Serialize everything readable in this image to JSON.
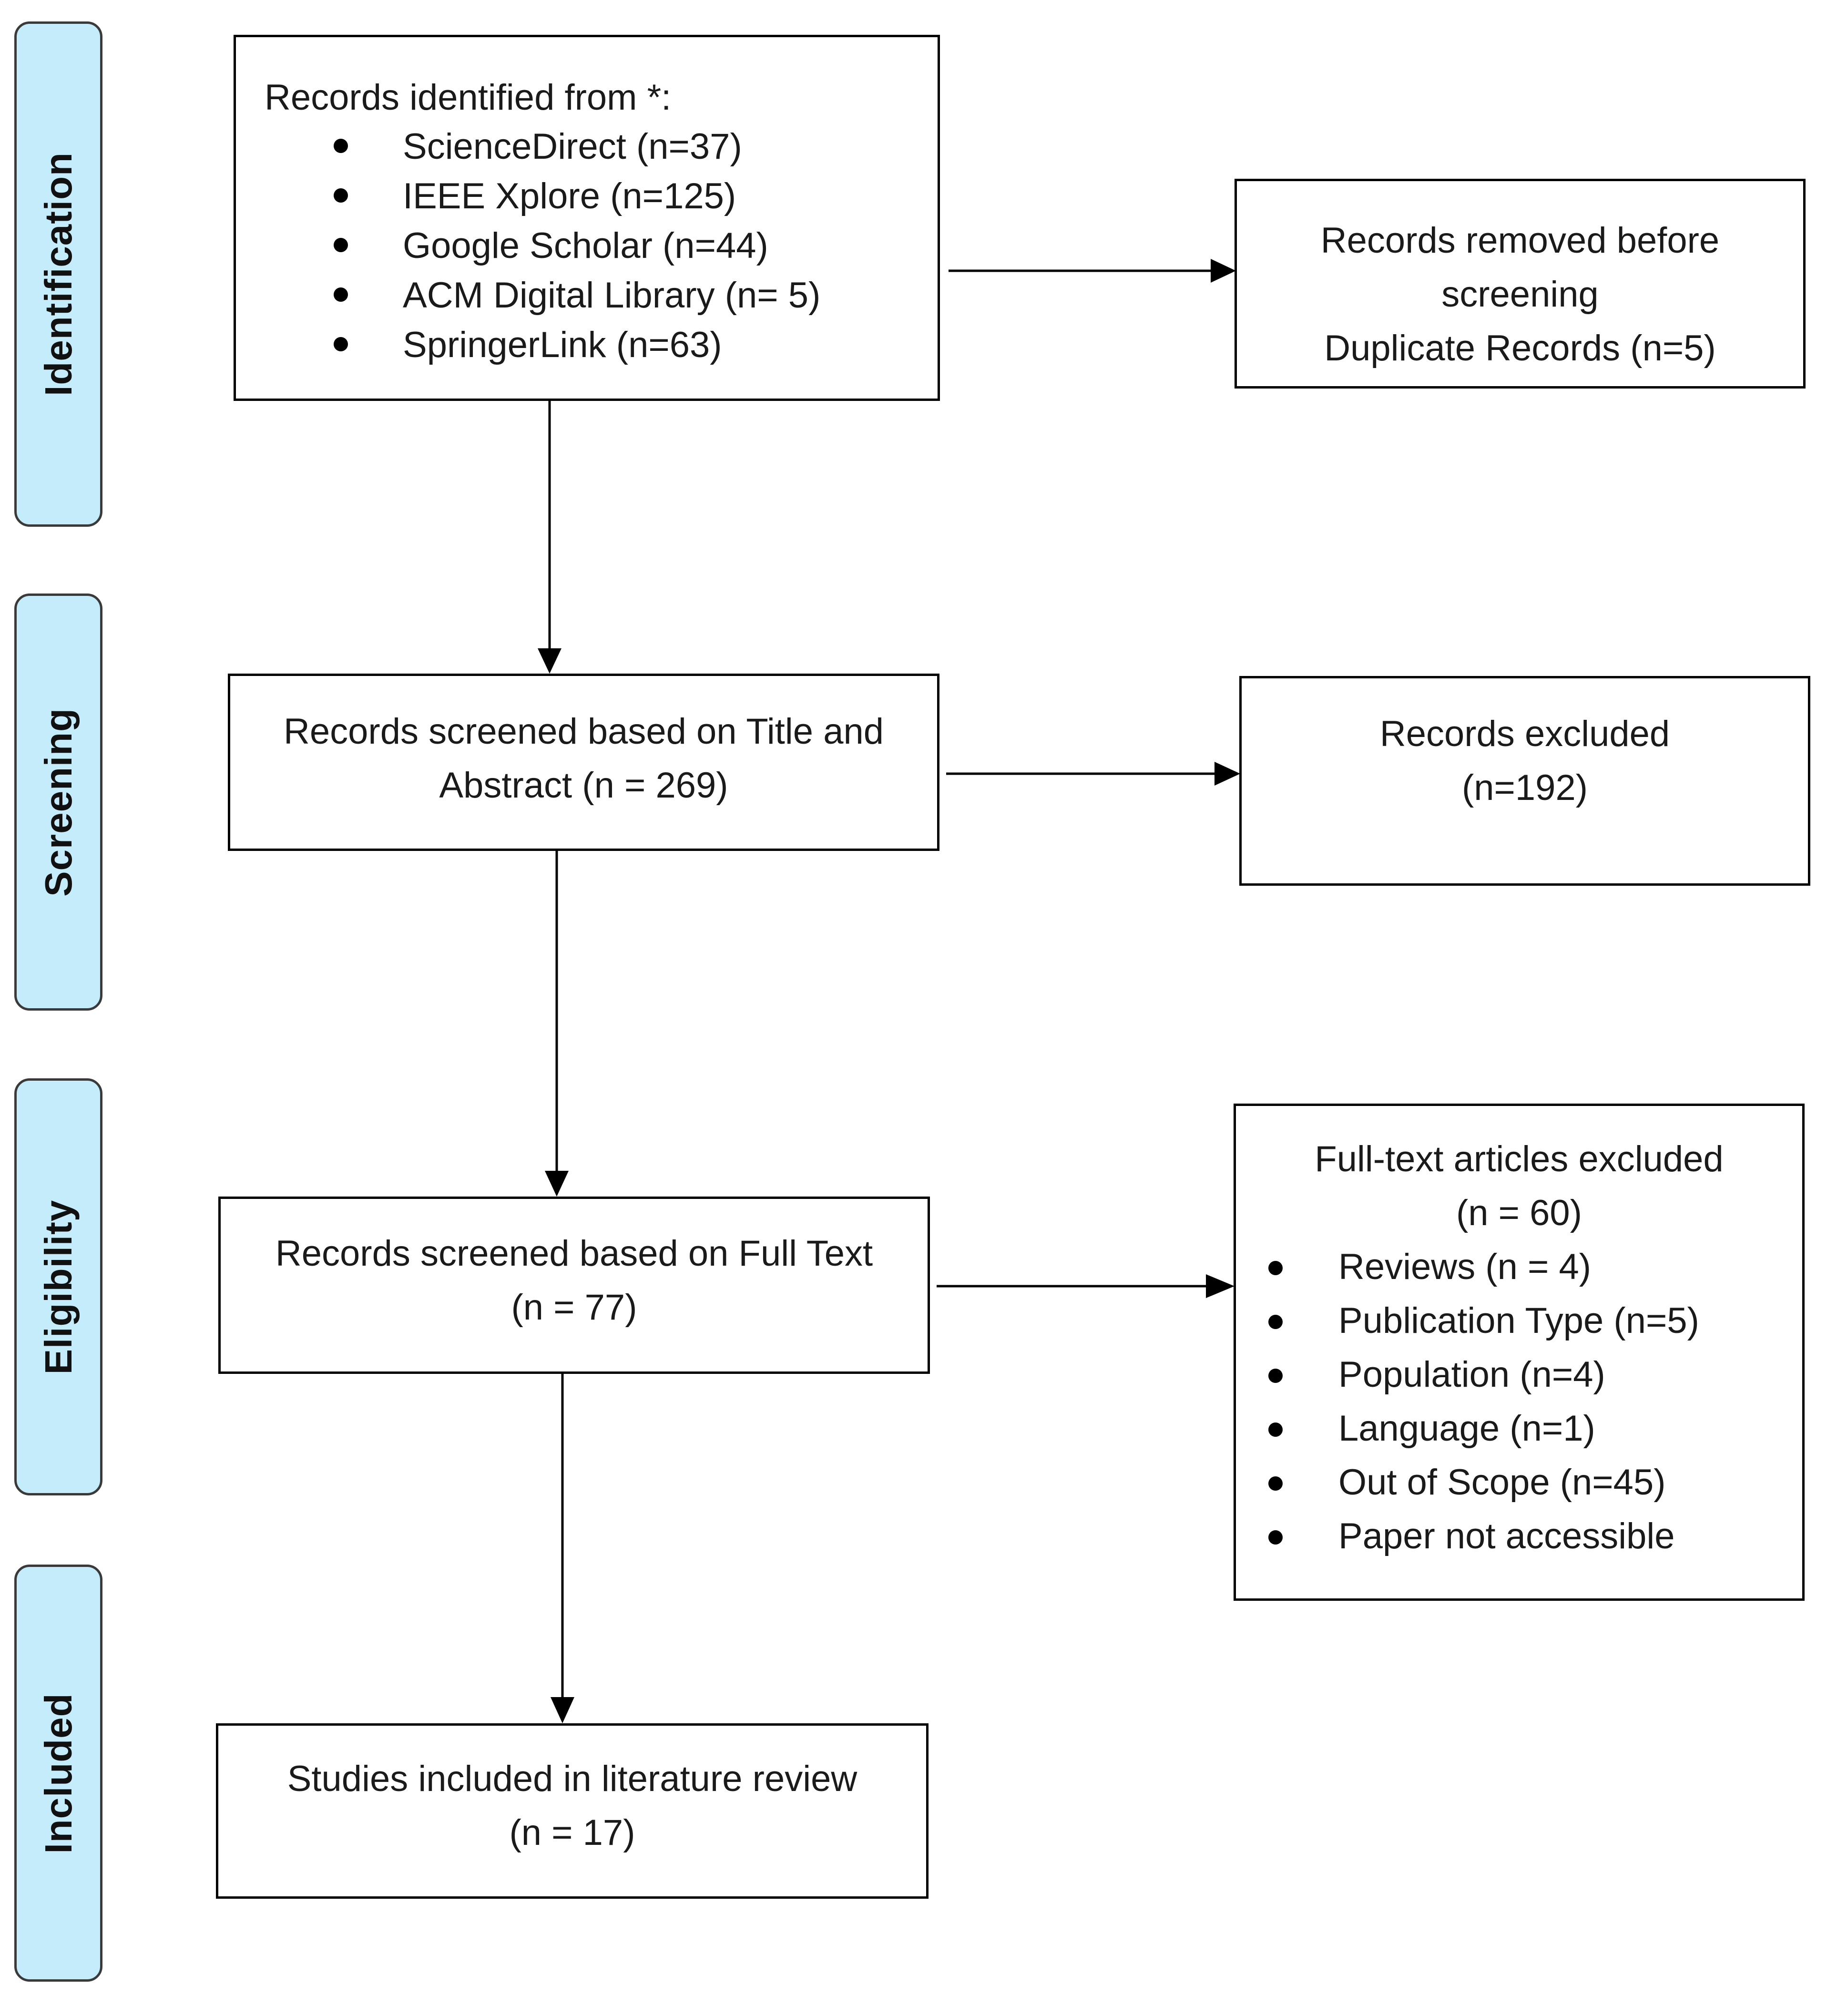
{
  "phases": {
    "identification": "Identification",
    "screening": "Screening",
    "eligibility": "Eligibility",
    "included": "Included"
  },
  "identified": {
    "heading": "Records identified from *:",
    "sources": [
      "ScienceDirect (n=37)",
      "IEEE Xplore (n=125)",
      "Google Scholar (n=44)",
      "ACM Digital Library (n= 5)",
      "SpringerLink (n=63)"
    ]
  },
  "removed": {
    "line1": "Records removed before",
    "line2": "screening",
    "line3": "Duplicate Records (n=5)"
  },
  "screened_title": {
    "line1": "Records screened based on Title and",
    "line2": "Abstract (n = 269)"
  },
  "excluded": {
    "line1": "Records excluded",
    "line2": "(n=192)"
  },
  "screened_full": {
    "line1": "Records screened based on Full Text",
    "line2": "(n = 77)"
  },
  "fulltext_excluded": {
    "line1": "Full-text articles excluded",
    "line2": "(n = 60)",
    "reasons": [
      "Reviews (n = 4)",
      "Publication Type (n=5)",
      "Population (n=4)",
      "Language (n=1)",
      "Out of Scope (n=45)",
      "Paper not accessible"
    ]
  },
  "included": {
    "line1": "Studies included in literature review",
    "line2": "(n = 17)"
  }
}
